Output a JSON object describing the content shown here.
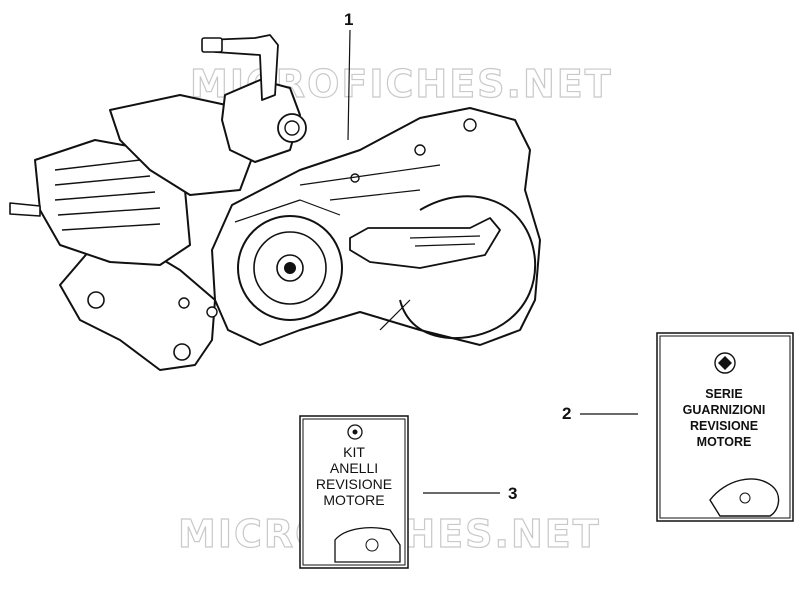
{
  "diagram": {
    "watermark_text": "MICROFICHES.NET",
    "callouts": [
      {
        "number": "1",
        "target": "engine-assembly"
      },
      {
        "number": "2",
        "target": "gasket-set-booklet"
      },
      {
        "number": "3",
        "target": "ring-kit-booklet"
      }
    ],
    "booklet_gaskets": {
      "lines": [
        "SERIE",
        "GUARNIZIONI",
        "REVISIONE",
        "MOTORE"
      ],
      "logo": "piaggio-logo-icon"
    },
    "booklet_rings": {
      "lines": [
        "KIT",
        "ANELLI",
        "REVISIONE",
        "MOTORE"
      ],
      "logo": "ring-logo-icon"
    },
    "colors": {
      "line": "#111111",
      "watermark": "#c9c9c9",
      "background": "#ffffff"
    }
  }
}
